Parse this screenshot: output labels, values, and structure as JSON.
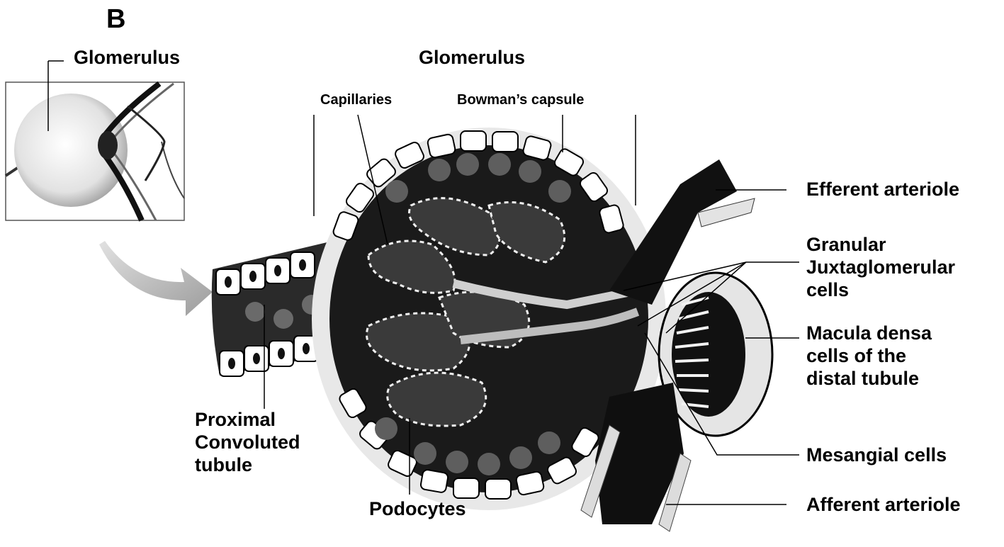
{
  "panel_letter": "B",
  "inset_title": "Glomerulus",
  "main_title": "Glomerulus",
  "labels": {
    "capillaries": "Capillaries",
    "bowmans_capsule": "Bowman’s capsule",
    "efferent_arteriole": "Efferent arteriole",
    "granular_jg_cells": "Granular\nJuxtaglomerular\ncells",
    "macula_densa": "Macula densa\ncells of the\ndistal tubule",
    "mesangial_cells": "Mesangial cells",
    "afferent_arteriole": "Afferent arteriole",
    "proximal_tubule": "Proximal\nConvoluted\ntubule",
    "podocytes": "Podocytes"
  }
}
